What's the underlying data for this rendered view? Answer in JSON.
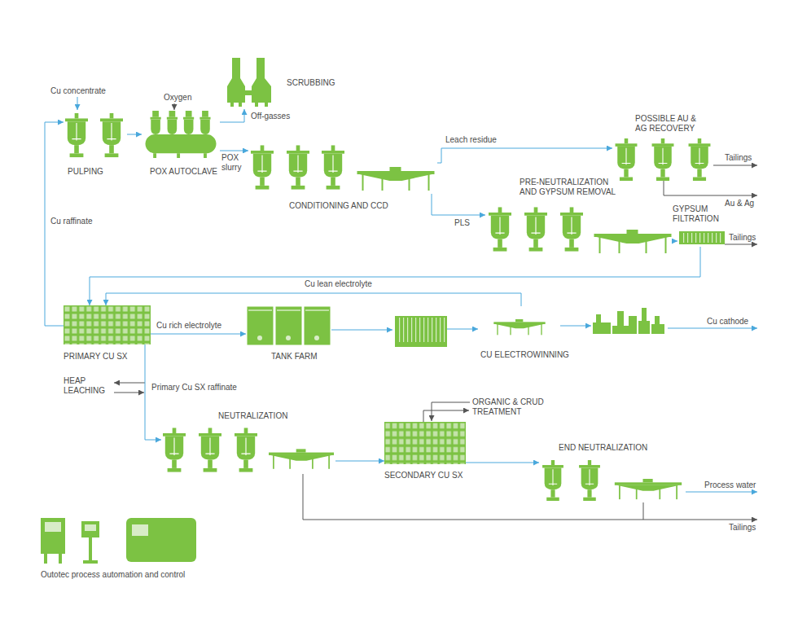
{
  "diagram": {
    "nodes": [
      {
        "text": [
          "PULPING"
        ]
      },
      {
        "text": [
          "POX AUTOCLAVE"
        ]
      },
      {
        "text": [
          "SCRUBBING"
        ]
      },
      {
        "text": [
          "CONDITIONING AND CCD"
        ]
      },
      {
        "text": [
          "POSSIBLE AU & AG RECOVERY"
        ]
      },
      {
        "text": [
          "PRE-NEUTRALIZATION AND GYPSUM REMOVAL"
        ]
      },
      {
        "text": [
          "GYPSUM FILTRATION"
        ]
      },
      {
        "text": [
          "PRIMARY CU SX"
        ]
      },
      {
        "text": [
          "TANK FARM"
        ]
      },
      {
        "text": [
          "CU ELECTROWINNING"
        ]
      },
      {
        "text": [
          "NEUTRALIZATION"
        ]
      },
      {
        "text": [
          "SECONDARY CU SX"
        ]
      },
      {
        "text": [
          "END NEUTRALIZATION"
        ]
      },
      {
        "text": [
          "Outotec process automation and control"
        ]
      }
    ],
    "edges": [
      {
        "from": 0,
        "to": 1,
        "arrow": "to"
      },
      {
        "from": 1,
        "to": 2,
        "label": "Off-gasses",
        "arrow": "to"
      },
      {
        "from": 1,
        "to": 3,
        "label": "POX slurry",
        "arrow": "to"
      },
      {
        "from": 3,
        "to": 4,
        "label": "Leach residue",
        "arrow": "to"
      },
      {
        "from": 3,
        "to": 5,
        "label": "PLS",
        "arrow": "to"
      },
      {
        "from": 5,
        "to": 6,
        "arrow": "to"
      },
      {
        "from": 6,
        "to": 7,
        "arrow": "to"
      },
      {
        "from": 7,
        "to": 0,
        "label": "Cu raffinate",
        "arrow": "to"
      },
      {
        "from": 7,
        "to": 8,
        "label": "Cu rich electrolyte",
        "arrow": "to"
      },
      {
        "from": 8,
        "to": 9,
        "arrow": "to"
      },
      {
        "from": 9,
        "to": 7,
        "label": "Cu lean electrolyte",
        "arrow": "to"
      },
      {
        "from": 7,
        "to": 10,
        "label": "Primary Cu SX raffinate",
        "arrow": "to"
      },
      {
        "from": 10,
        "to": 11,
        "arrow": "to"
      },
      {
        "from": 11,
        "to": 12,
        "arrow": "to"
      }
    ],
    "labels": [
      "Cu concentrate",
      "Oxygen",
      "Tailings",
      "Au & Ag",
      "Tailings",
      "Cu cathode",
      "HEAP LEACHING",
      "ORGANIC & CRUD TREATMENT",
      "Process water",
      "Tailings"
    ]
  }
}
